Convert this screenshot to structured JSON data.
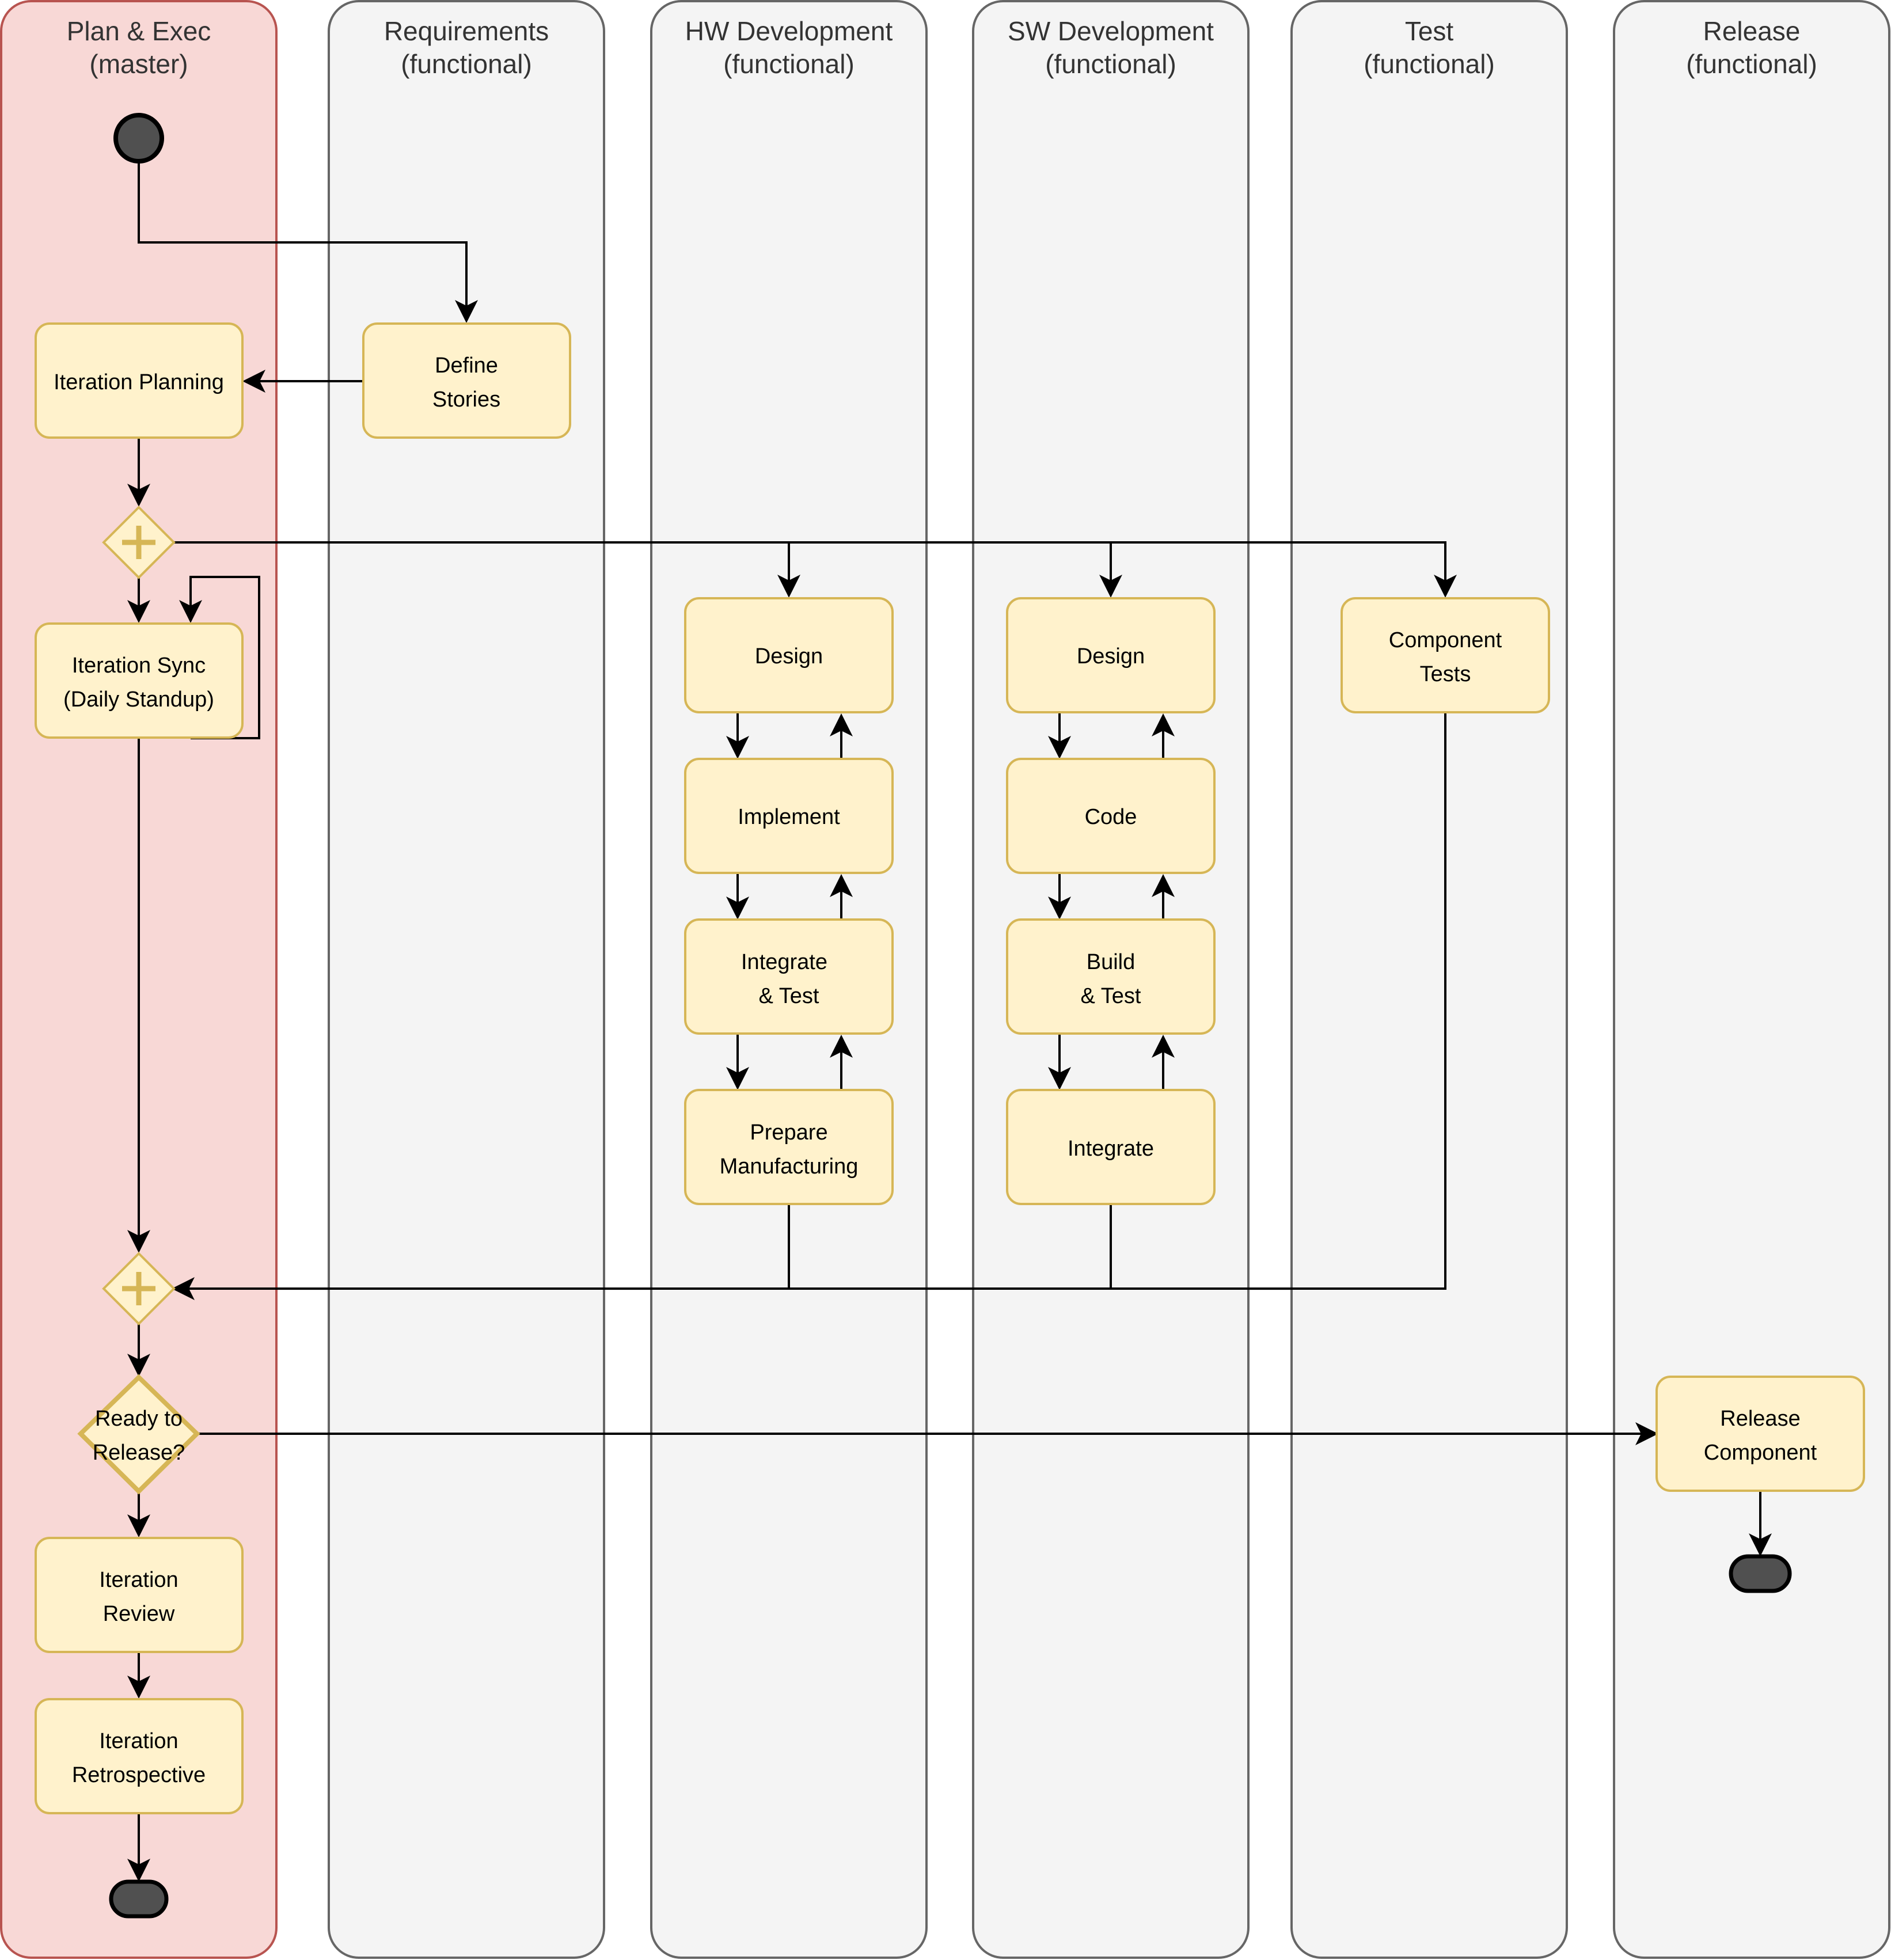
{
  "colors": {
    "master_lane_fill": "#f8d8d6",
    "master_lane_stroke": "#b85450",
    "lane_fill": "#f4f4f4",
    "lane_stroke": "#666666",
    "task_fill": "#fff2cc",
    "task_stroke": "#d6b656",
    "event_fill": "#505050",
    "edge": "#000000"
  },
  "lanes": {
    "plan": {
      "title": [
        "Plan & Exec",
        "(master)"
      ]
    },
    "requirements": {
      "title": [
        "Requirements",
        "(functional)"
      ]
    },
    "hw": {
      "title": [
        "HW Development",
        "(functional)"
      ]
    },
    "sw": {
      "title": [
        "SW Development",
        "(functional)"
      ]
    },
    "test": {
      "title": [
        "Test",
        "(functional)"
      ]
    },
    "release": {
      "title": [
        "Release",
        "(functional)"
      ]
    }
  },
  "nodes": {
    "iteration_planning": [
      "Iteration Planning"
    ],
    "define_stories": [
      "Define",
      "Stories"
    ],
    "iteration_sync": [
      "Iteration Sync",
      "(Daily Standup)"
    ],
    "hw_design": [
      "Design"
    ],
    "hw_implement": [
      "Implement"
    ],
    "hw_integrate_test": [
      "Integrate",
      "& Test"
    ],
    "hw_prepare_manufacturing": [
      "Prepare",
      "Manufacturing"
    ],
    "sw_design": [
      "Design"
    ],
    "sw_code": [
      "Code"
    ],
    "sw_build_test": [
      "Build",
      "& Test"
    ],
    "sw_integrate": [
      "Integrate"
    ],
    "component_tests": [
      "Component",
      "Tests"
    ],
    "ready_to_release": [
      "Ready to",
      "Release?"
    ],
    "release_component": [
      "Release",
      "Component"
    ],
    "iteration_review": [
      "Iteration",
      "Review"
    ],
    "iteration_retrospective": [
      "Iteration",
      "Retrospective"
    ]
  },
  "gateways": {
    "fork": "parallel",
    "join": "parallel"
  }
}
